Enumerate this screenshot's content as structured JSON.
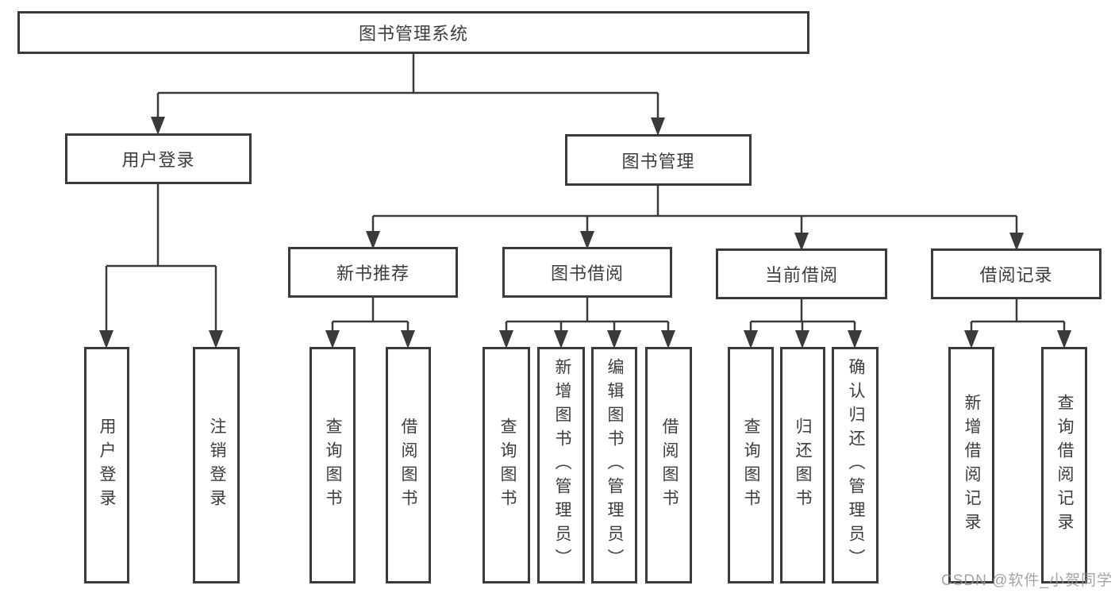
{
  "diagram": {
    "title": "图书管理系统",
    "branches": [
      {
        "label": "用户登录",
        "children": [
          {
            "label": "用户登录"
          },
          {
            "label": "注销登录"
          }
        ]
      },
      {
        "label": "图书管理",
        "children": [
          {
            "label": "新书推荐",
            "children": [
              {
                "label": "查询图书"
              },
              {
                "label": "借阅图书"
              }
            ]
          },
          {
            "label": "图书借阅",
            "children": [
              {
                "label": "查询图书"
              },
              {
                "label": "新增图书（管理员）"
              },
              {
                "label": "编辑图书（管理员）"
              },
              {
                "label": "借阅图书"
              }
            ]
          },
          {
            "label": "当前借阅",
            "children": [
              {
                "label": "查询图书"
              },
              {
                "label": "归还图书"
              },
              {
                "label": "确认归还（管理员）"
              }
            ]
          },
          {
            "label": "借阅记录",
            "children": [
              {
                "label": "新增借阅记录"
              },
              {
                "label": "查询借阅记录"
              }
            ]
          }
        ]
      }
    ]
  },
  "watermark": "CSDN @软件_小贺同学",
  "colors": {
    "line": "#3a3a3a",
    "box_border": "#3a3a3a",
    "text": "#3d3d3d",
    "watermark": "#949494",
    "background": "#ffffff"
  }
}
